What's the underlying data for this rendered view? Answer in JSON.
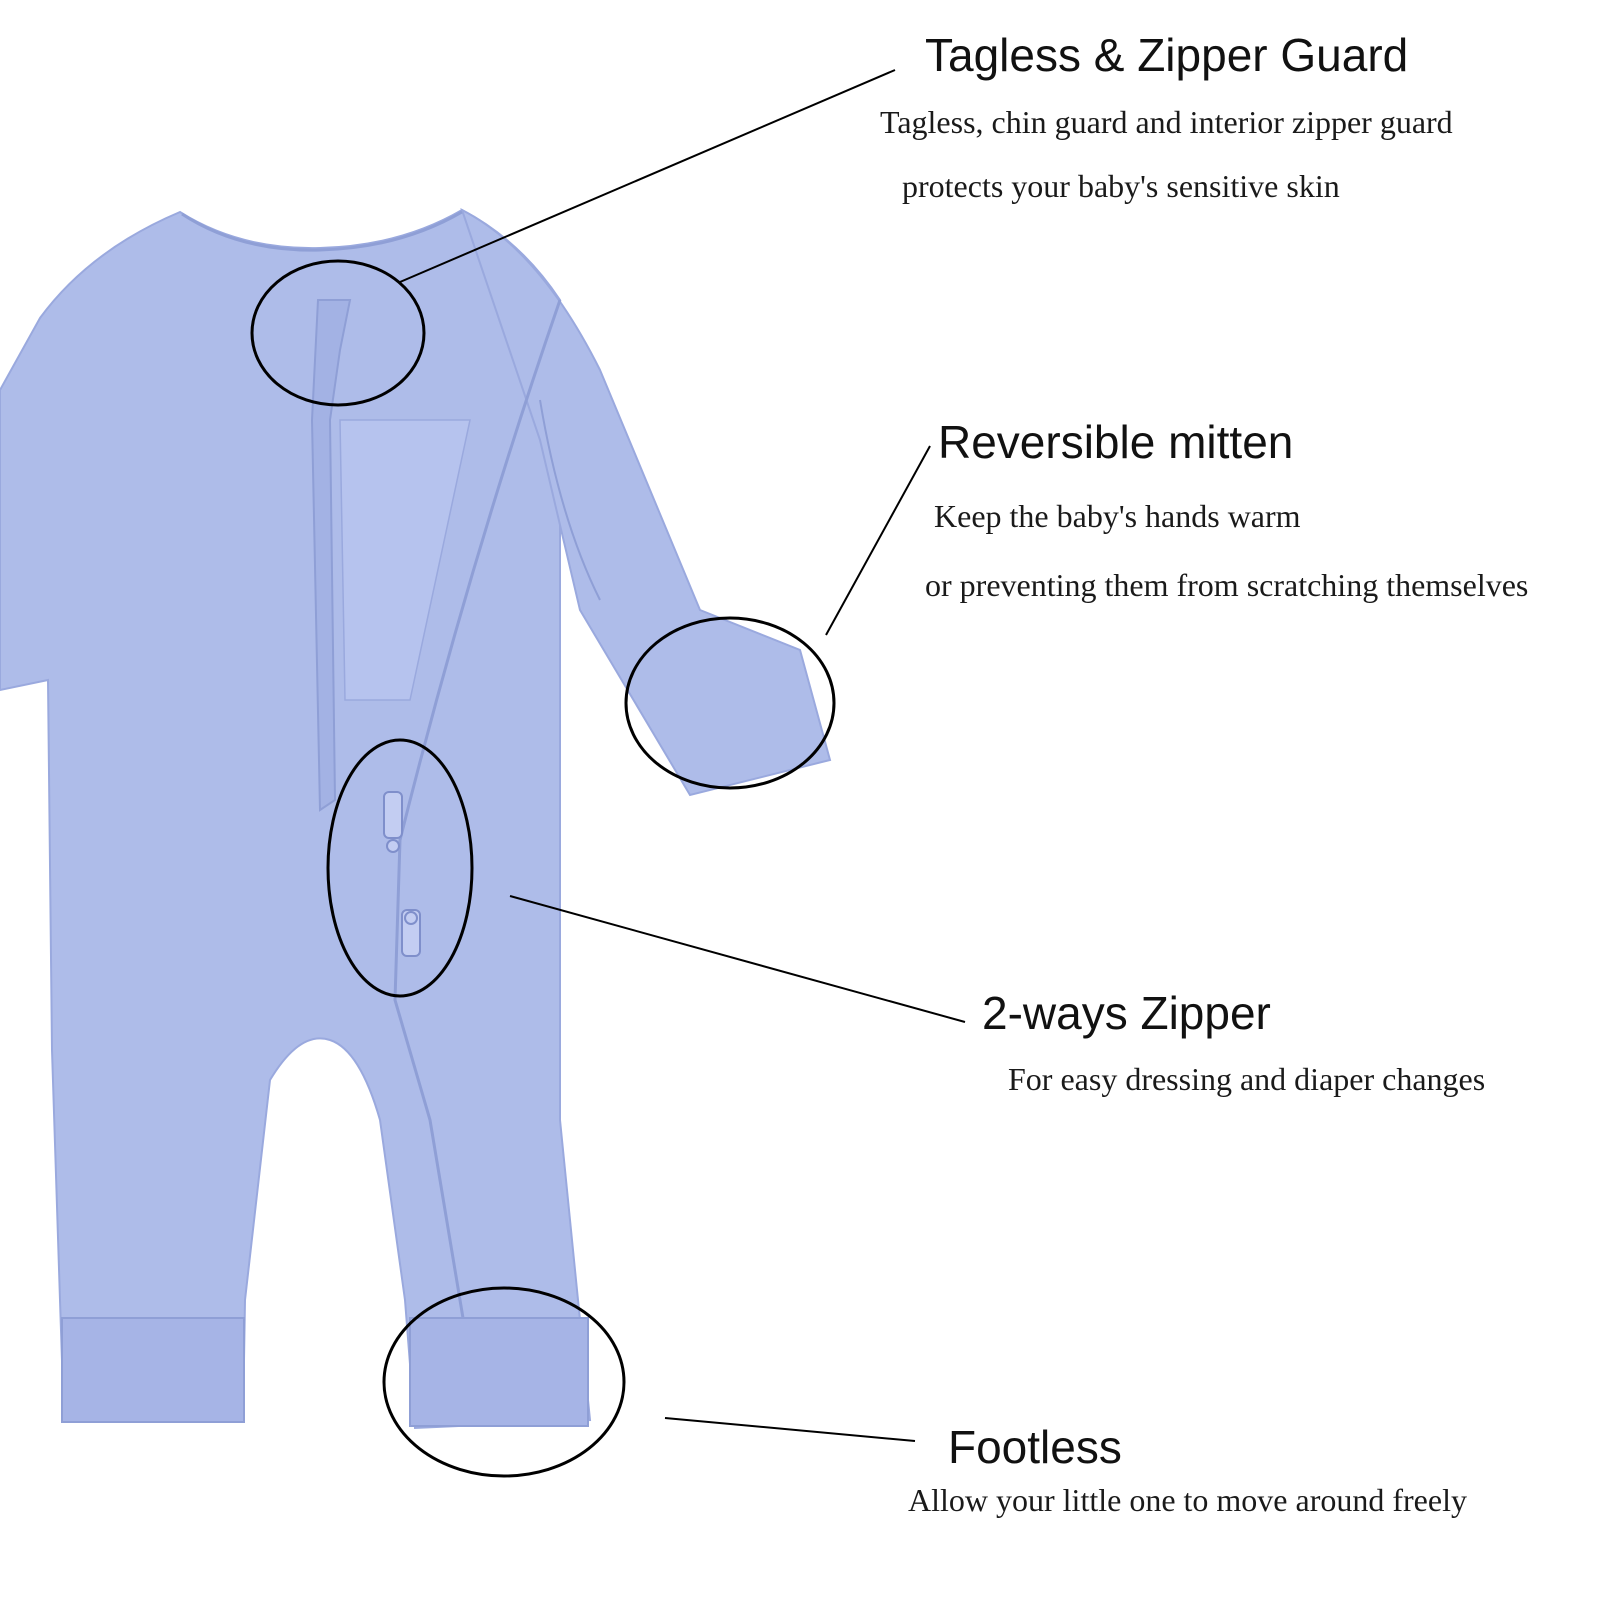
{
  "colors": {
    "garment": "#aebce9",
    "garment_shade": "#9aa9de",
    "garment_line": "#8f9fd6",
    "callout": "#000000"
  },
  "features": [
    {
      "title": "Tagless & Zipper Guard",
      "lines": [
        "Tagless, chin guard and interior zipper guard",
        "protects your baby's sensitive skin"
      ]
    },
    {
      "title": "Reversible mitten",
      "lines": [
        "Keep the baby's hands warm",
        "or preventing them from scratching themselves"
      ]
    },
    {
      "title": "2-ways Zipper",
      "lines": [
        "For easy dressing and diaper changes"
      ]
    },
    {
      "title": "Footless",
      "lines": [
        "Allow your little one to move around freely"
      ]
    }
  ]
}
